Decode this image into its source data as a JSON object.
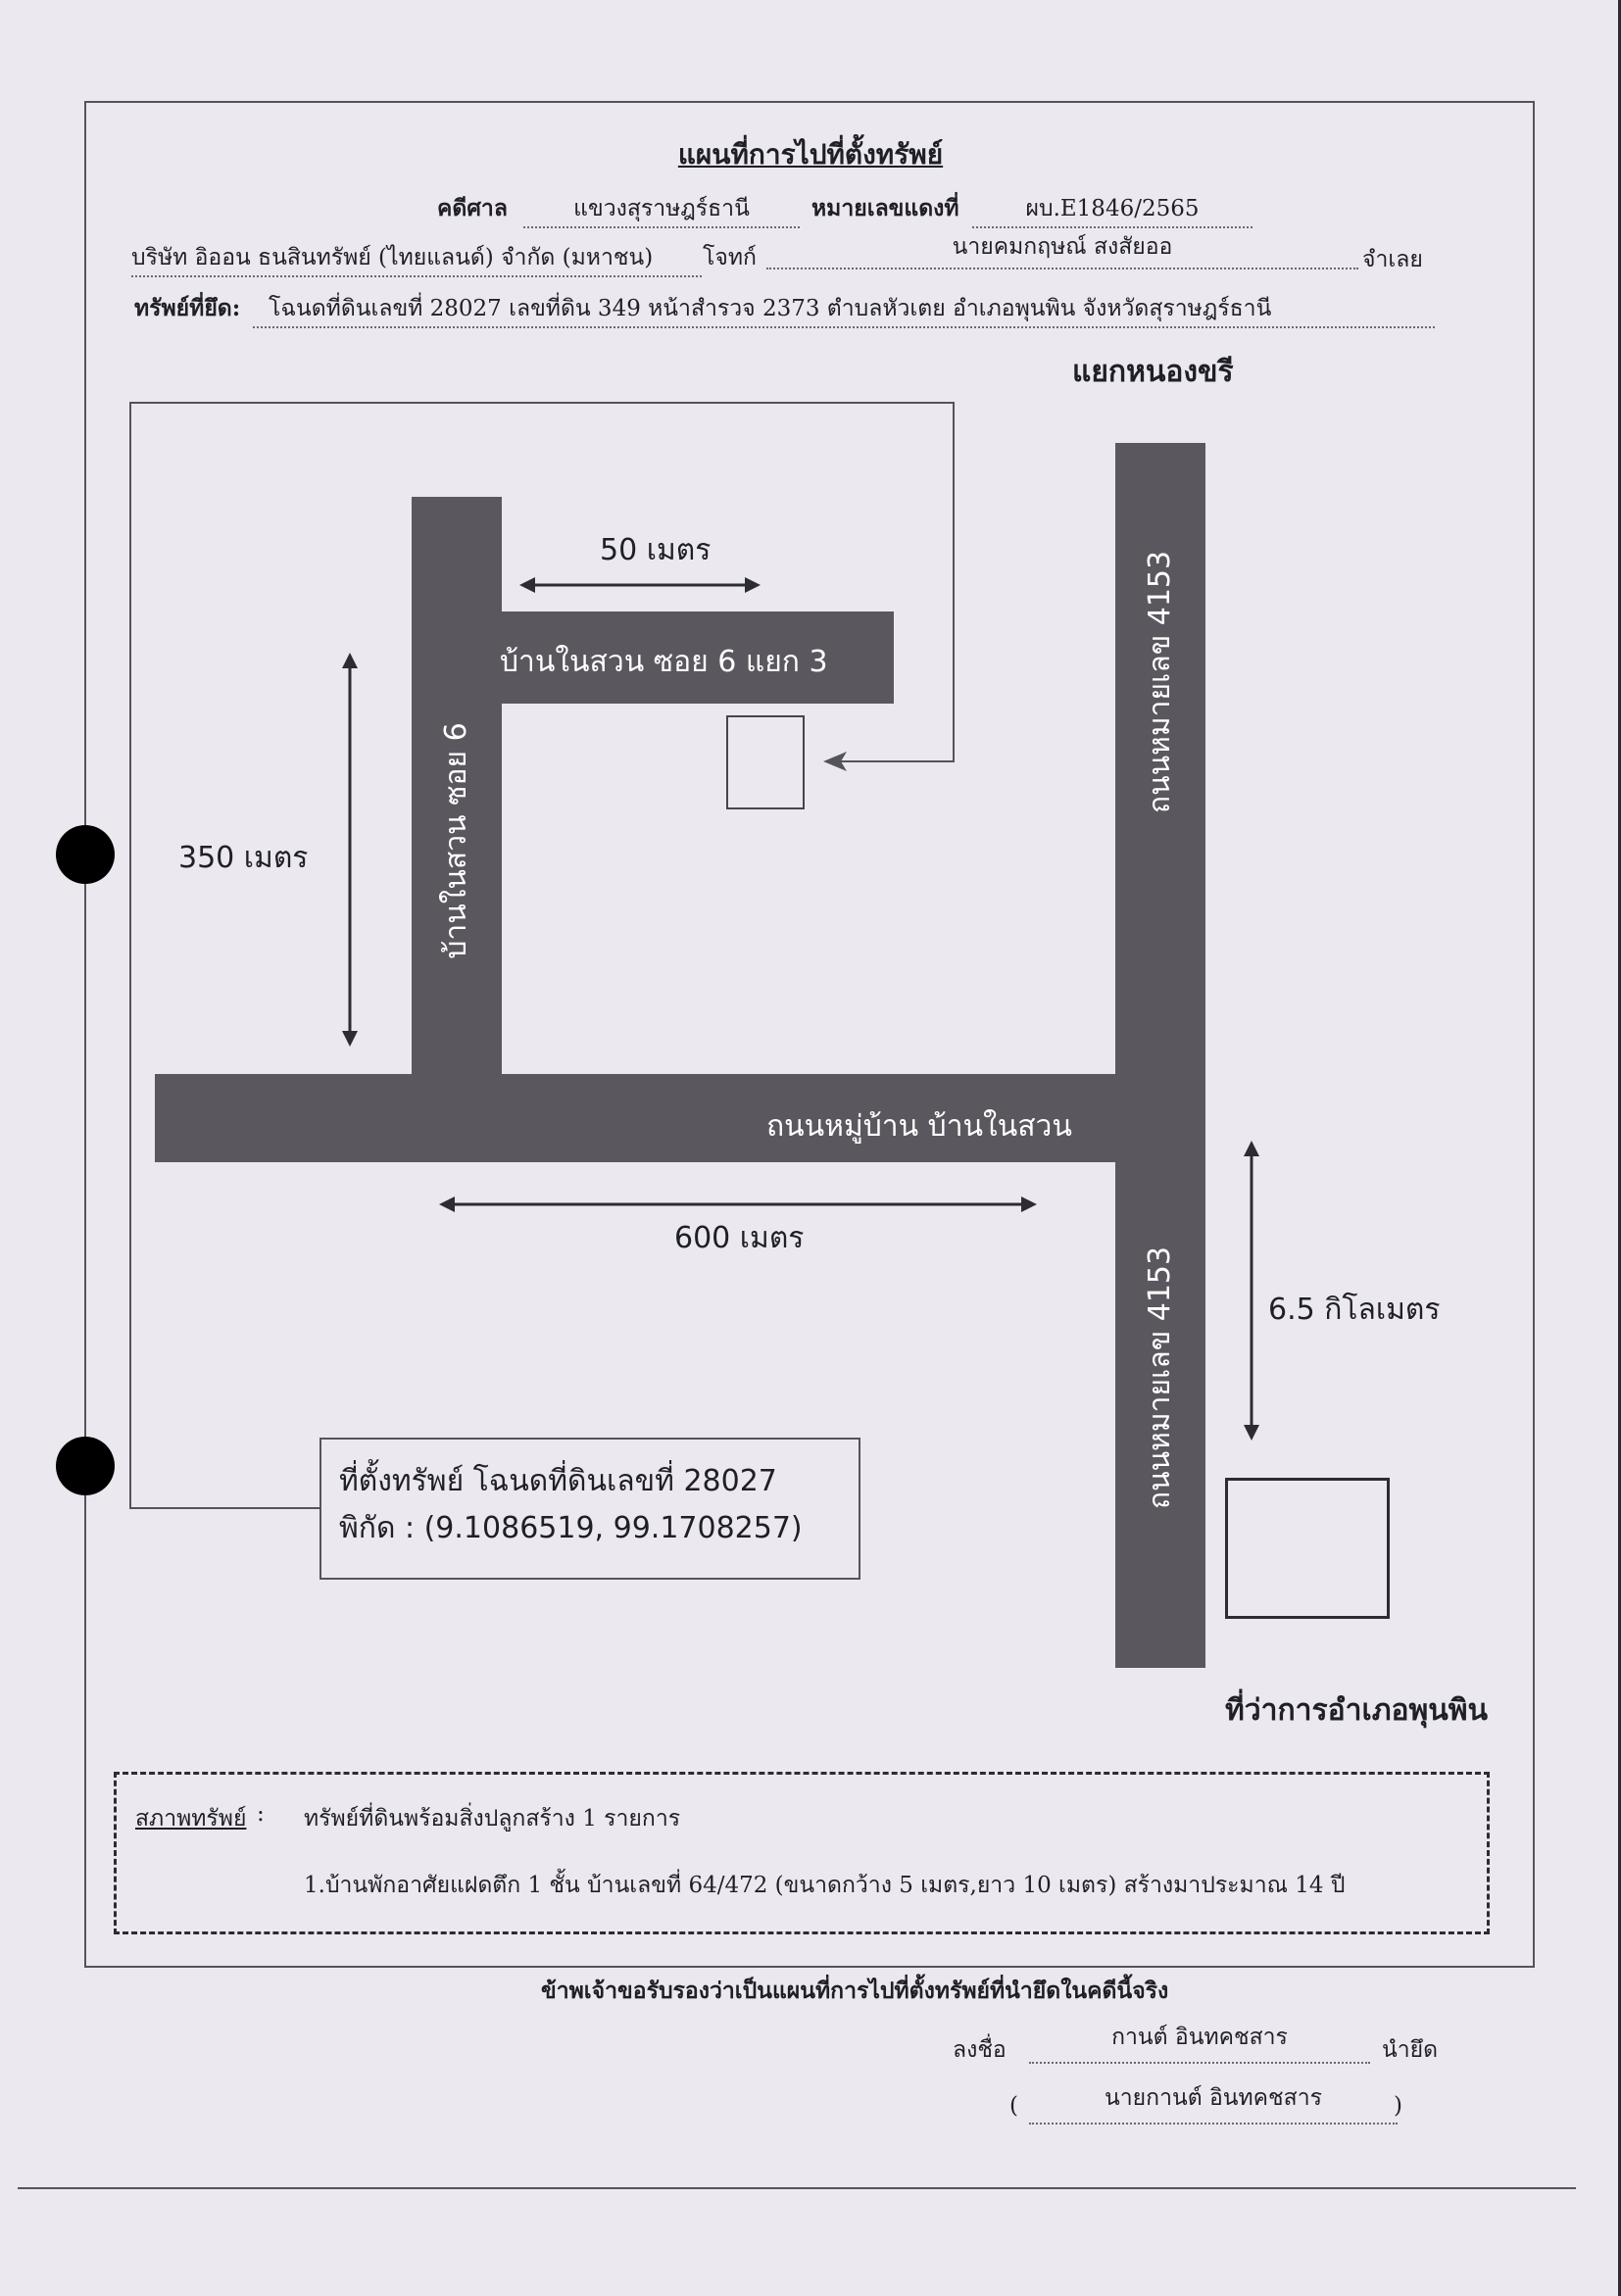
{
  "header": {
    "title": "แผนที่การไปที่ตั้งทรัพย์",
    "court_label": "คดีศาล",
    "court_value": "แขวงสุราษฎร์ธานี",
    "red_case_label": "หมายเลขแดงที่",
    "red_case_value": "ผบ.E1846/2565",
    "plaintiff": "บริษัท อิออน ธนสินทรัพย์ (ไทยแลนด์) จำกัด (มหาชน)",
    "plaintiff_role": "โจทก์",
    "defendant": "นายคมกฤษณ์ สงสัยออ",
    "defendant_role": "จำเลย",
    "asset_label": "ทรัพย์ที่ยึด:",
    "asset_value": "โฉนดที่ดินเลขที่ 28027 เลขที่ดิน 349 หน้าสำรวจ 2373 ตำบลหัวเตย  อำเภอพุนพิน จังหวัดสุราษฎร์ธานี"
  },
  "map": {
    "intersection_top": "แยกหนองขรี",
    "dist_50": "50 เมตร",
    "soi6_3": "บ้านในสวน ซอย 6 แยก 3",
    "soi6": "บ้านในสวน ซอย 6",
    "dist_350": "350 เมตร",
    "highway_upper": "ถนนหมายเลข 4153",
    "highway_lower": "ถนนหมายเลข 4153",
    "village_road": "ถนนหมู่บ้าน บ้านในสวน",
    "dist_600": "600 เมตร",
    "dist_6_5": "6.5 กิโลเมตร",
    "location_line1": "ที่ตั้งทรัพย์ โฉนดที่ดินเลขที่ 28027",
    "location_line2": "พิกัด : (9.1086519, 99.1708257)",
    "district_office": "ที่ว่าการอำเภอพุนพิน"
  },
  "condition": {
    "label": "สภาพทรัพย์",
    "colon": ":",
    "summary": "ทรัพย์ที่ดินพร้อมสิ่งปลูกสร้าง 1 รายการ",
    "item1": "1.บ้านพักอาศัยแฝดตึก 1 ชั้น บ้านเลขที่ 64/472 (ขนาดกว้าง 5 เมตร,ยาว 10 เมตร) สร้างมาประมาณ 14 ปี"
  },
  "certification": {
    "statement": "ข้าพเจ้าขอรับรองว่าเป็นแผนที่การไปที่ตั้งทรัพย์ที่นำยึดในคดีนี้จริง",
    "sign_label": "ลงชื่อ",
    "signature": "กานต์ อินทคชสาร",
    "sign_role": "นำยึด",
    "open_paren": "(",
    "printed_name": "นายกานต์ อินทคชสาร",
    "close_paren": ")"
  }
}
